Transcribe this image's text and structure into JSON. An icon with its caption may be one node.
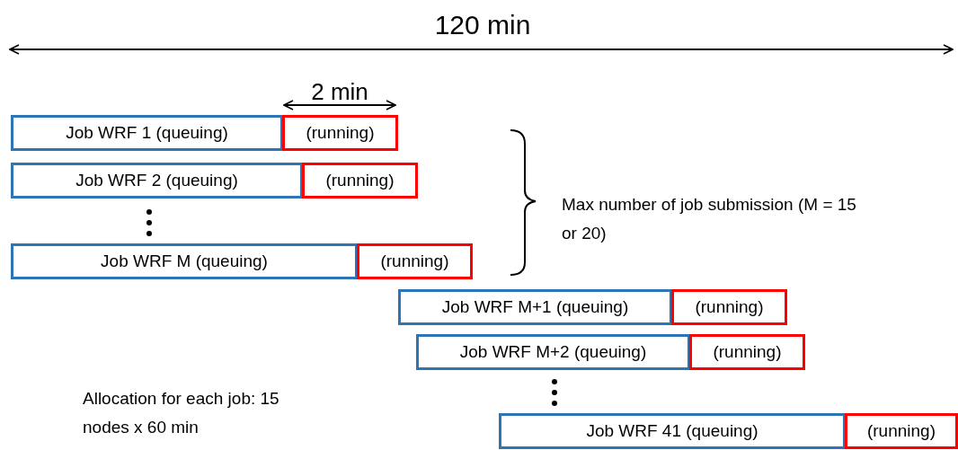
{
  "diagram": {
    "nodes": [
      {
        "text": [
          "Job WRF 1 (queuing)"
        ]
      },
      {
        "text": [
          "(running)"
        ]
      },
      {
        "text": [
          "Job WRF 2 (queuing)"
        ]
      },
      {
        "text": [
          "(running)"
        ]
      },
      {
        "text": [
          "Job WRF M (queuing)"
        ]
      },
      {
        "text": [
          "(running)"
        ]
      },
      {
        "text": [
          "Job WRF M+1 (queuing)"
        ]
      },
      {
        "text": [
          "(running)"
        ]
      },
      {
        "text": [
          "Job WRF M+2 (queuing)"
        ]
      },
      {
        "text": [
          "(running)"
        ]
      },
      {
        "text": [
          "Job WRF 41 (queuing)"
        ]
      },
      {
        "text": [
          "(running)"
        ]
      }
    ],
    "edges": [],
    "labels": [
      "120 min",
      "2 min",
      "Max number of job submission (M = 15 or 20)",
      "Allocation for each job: 15 nodes x 60 min"
    ]
  }
}
